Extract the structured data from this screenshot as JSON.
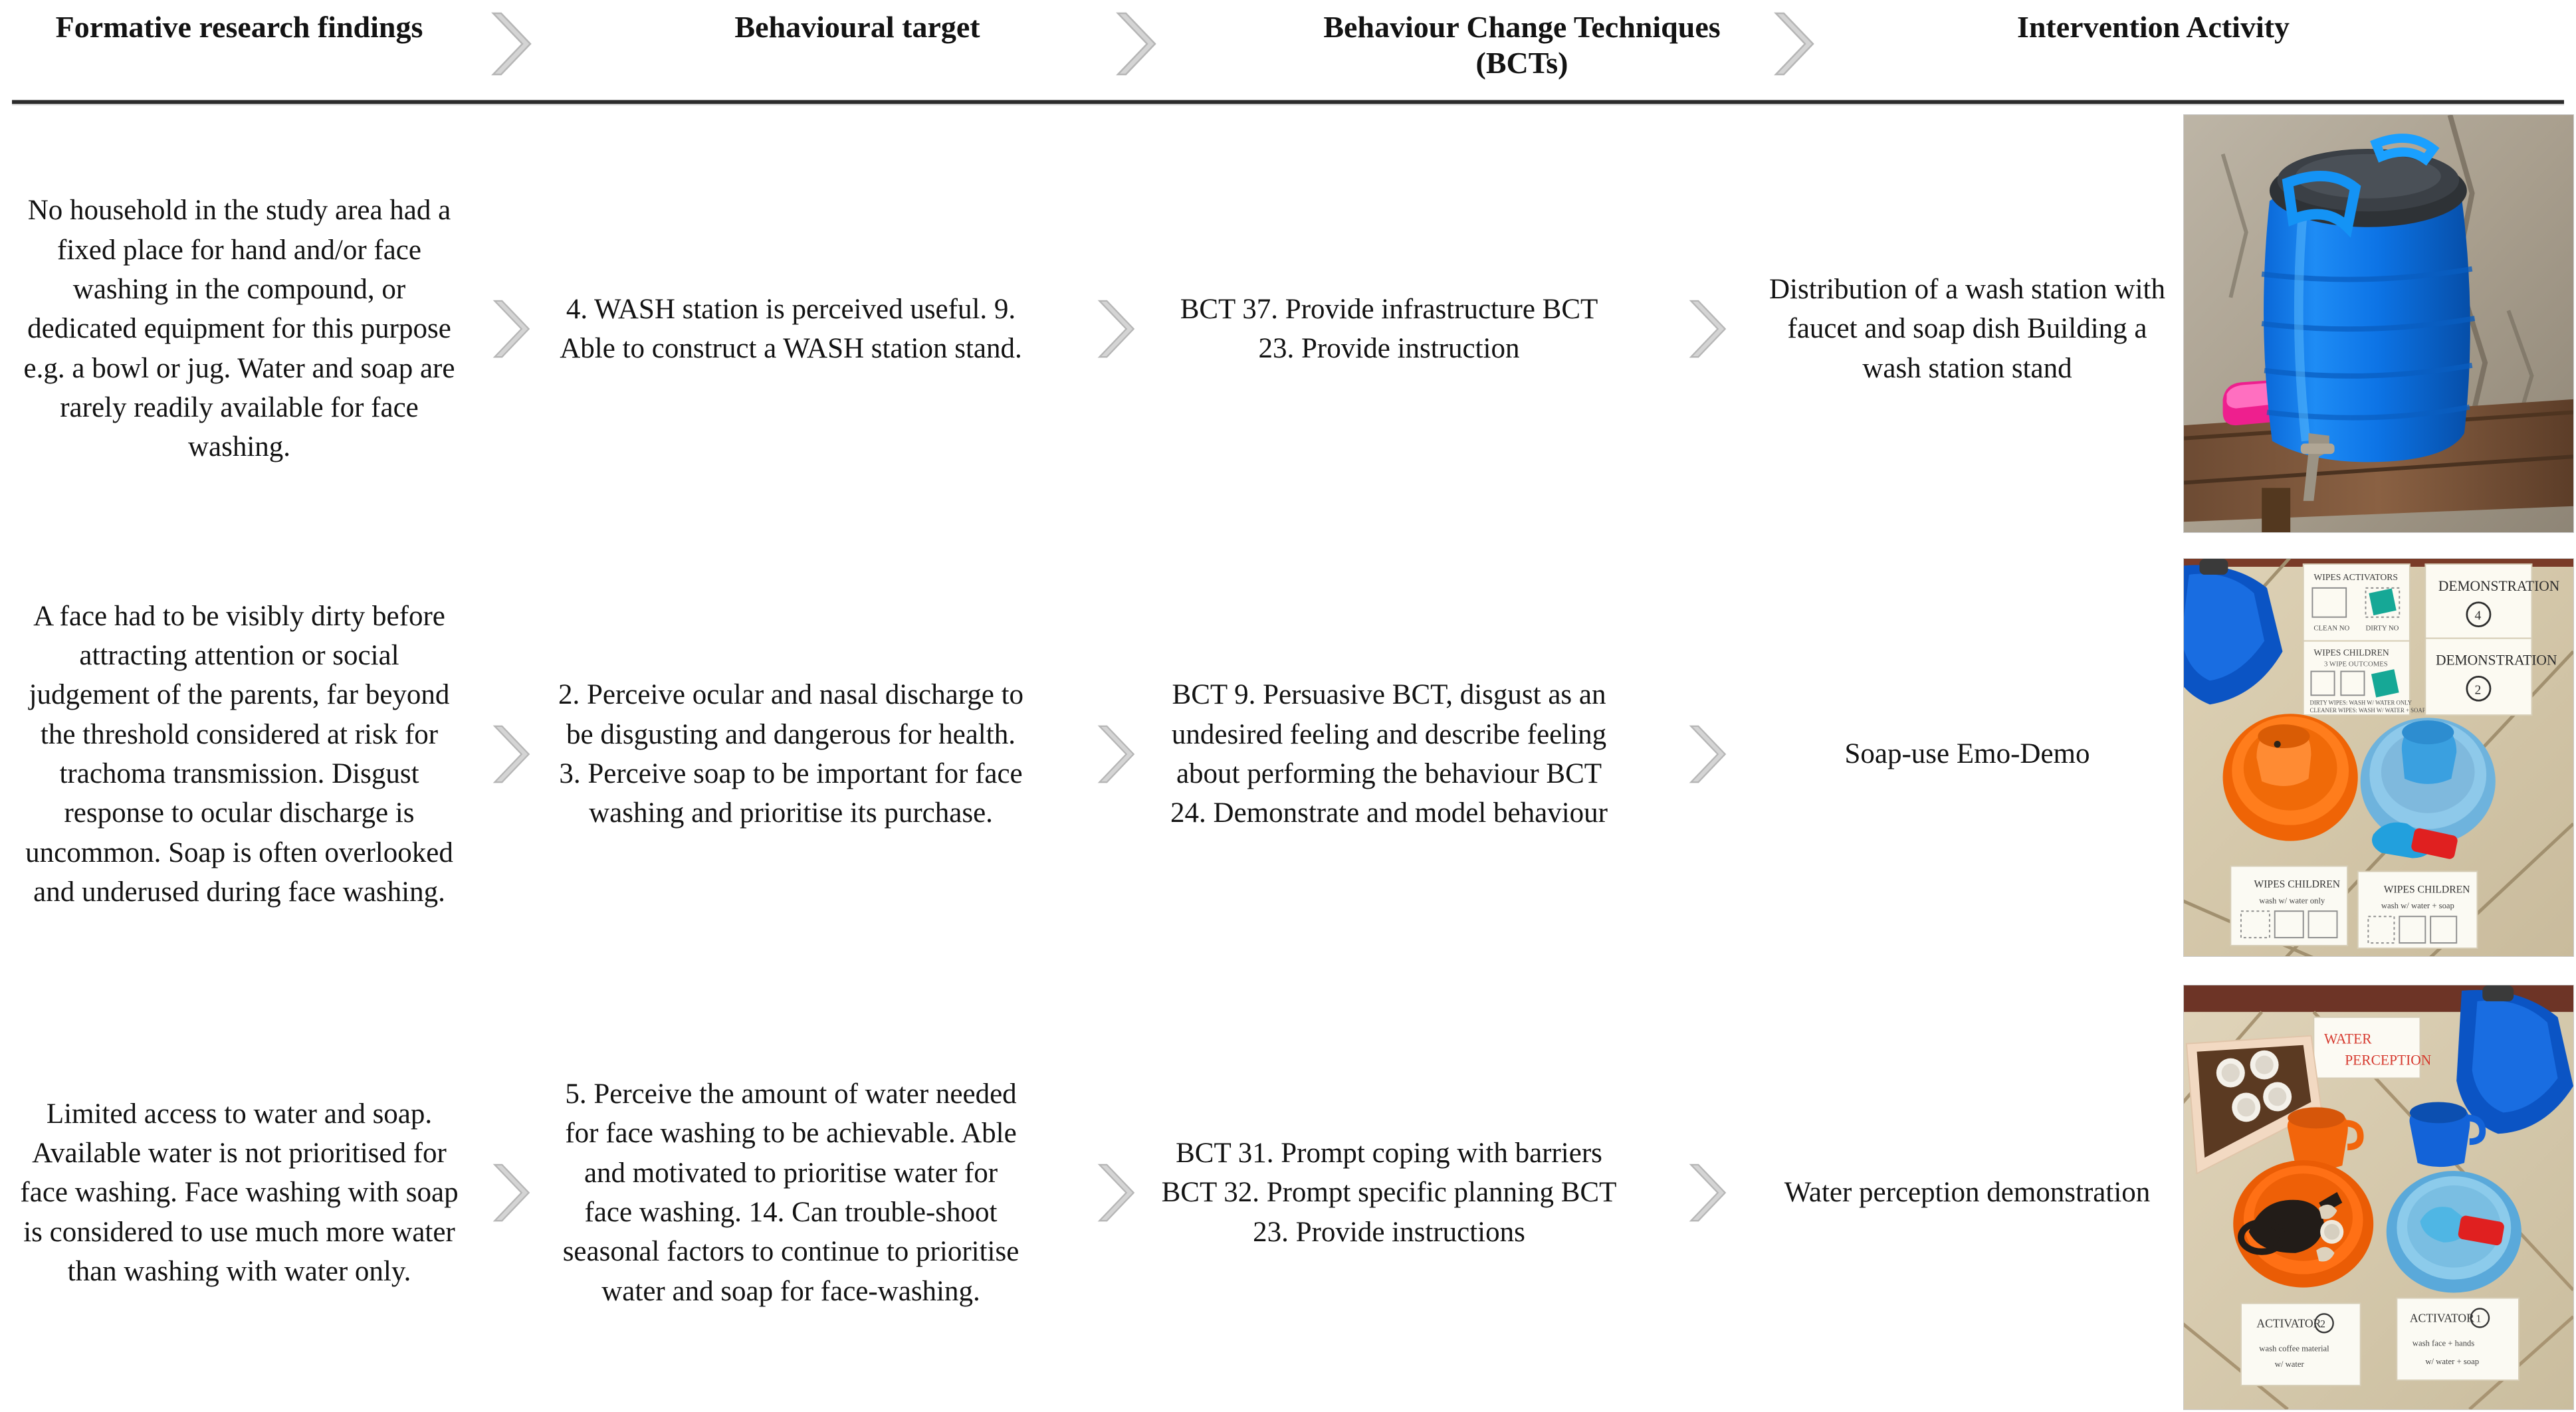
{
  "header": {
    "columns": [
      "Formative research findings",
      "Behavioural target",
      "Behaviour Change Techniques (BCTs)",
      "Intervention Activity"
    ],
    "arrow_icon": "chevron-right-icon",
    "arrow_color": "#d4d4d4"
  },
  "rows": [
    {
      "findings": "No household in the study area had a fixed place for hand and/or face washing in the compound, or dedicated equipment for this purpose e.g. a bowl or jug. Water and soap are rarely readily available for face washing.",
      "target": "4. WASH station is perceived useful.\n9. Able to construct a WASH station stand.",
      "bcts": "BCT 37. Provide infrastructure\nBCT 23. Provide instruction",
      "activity": "Distribution of a wash station with faucet and soap dish\nBuilding a wash station stand",
      "photo_alt": "blue-water-barrel-with-faucet-and-pink-soap-dish-on-wooden-bench"
    },
    {
      "findings": "A face had to be visibly dirty before attracting attention or social judgement of the parents, far beyond the threshold considered at risk for trachoma transmission.\nDisgust response to ocular discharge is uncommon.\nSoap is often overlooked and underused during face washing.",
      "target": "2. Perceive ocular and nasal discharge to be disgusting and dangerous for health.\n3. Perceive soap to be important for face washing and prioritise its purchase.",
      "bcts": "BCT 9. Persuasive BCT, disgust as an undesired feeling and describe feeling about performing the behaviour\nBCT 24. Demonstrate and model behaviour",
      "activity": "Soap-use Emo-Demo",
      "photo_alt": "soap-use-emo-demo-layout-with-orange-and-blue-basins-jerrycan-and-handwritten-cards"
    },
    {
      "findings": "Limited access to water and soap.\nAvailable water is not prioritised for face washing.\nFace washing with soap is considered to use much more water than washing with water only.",
      "target": "5. Perceive the amount of water needed for face washing to be achievable.\nAble and motivated to prioritise water for face washing.\n14. Can trouble-shoot seasonal factors to continue to prioritise water and soap for face-washing.",
      "bcts": "BCT 31. Prompt coping with barriers\nBCT 32. Prompt specific planning\nBCT 23. Provide instructions",
      "activity": "Water perception demonstration",
      "photo_alt": "water-perception-demonstration-with-cups-tray-basins-and-activator-cards"
    }
  ]
}
